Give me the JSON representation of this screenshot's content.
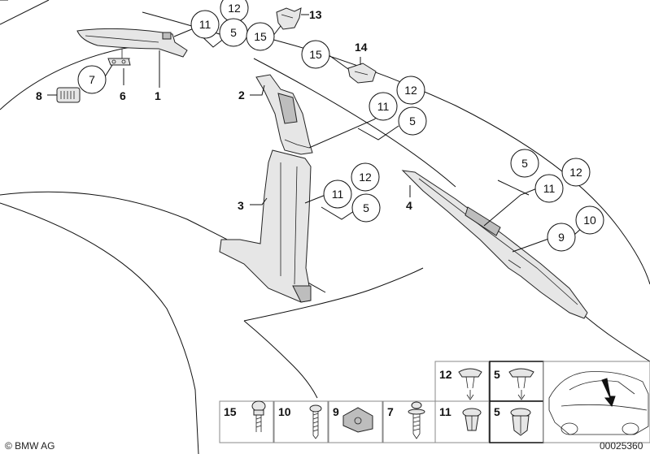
{
  "callouts": {
    "c12_top": "12",
    "c11_top": "11",
    "c5_top": "5",
    "c13": "13",
    "c15_top": "15",
    "c15_mid": "15",
    "c14": "14",
    "c7": "7",
    "c8": "8",
    "c6": "6",
    "c1": "1",
    "c2": "2",
    "c12_b": "12",
    "c11_b": "11",
    "c5_b": "5",
    "c3": "3",
    "c12_c": "12",
    "c11_c": "11",
    "c5_c": "5",
    "c4": "4",
    "c5_d": "5",
    "c12_d": "12",
    "c11_d": "11",
    "c9": "9",
    "c10": "10"
  },
  "legend": {
    "top_left": "12",
    "top_right": "5",
    "bottom": [
      "15",
      "10",
      "9",
      "7",
      "11",
      "5"
    ]
  },
  "footer": {
    "copyright": "© BMW AG",
    "drawing_number": "00025360"
  }
}
